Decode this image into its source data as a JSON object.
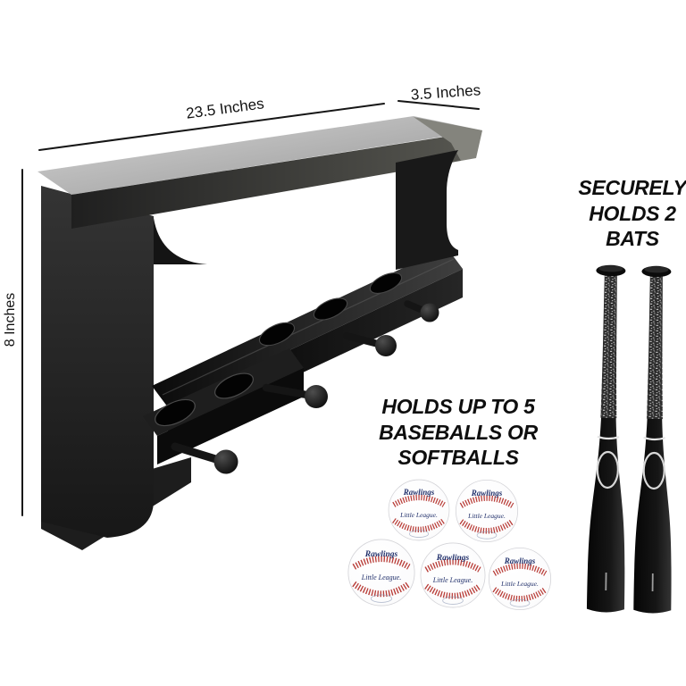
{
  "dimensions": {
    "width": "23.5 Inches",
    "depth": "3.5 Inches",
    "height": "8 Inches"
  },
  "annotations": {
    "bats_note": {
      "line1": "SECURELY",
      "line2": "HOLDS 2",
      "line3": "BATS"
    },
    "balls_note": {
      "line1": "HOLDS UP TO 5",
      "line2": "BASEBALLS OR",
      "line3": "SOFTBALLS"
    }
  },
  "baseball": {
    "brand": "Rawlings",
    "label": "Little League."
  },
  "shown": {
    "bats": 2,
    "baseballs": 5,
    "ball_slots": 5,
    "bat_pegs": 4
  },
  "colors": {
    "rack": "#1c1c1c",
    "shelf_top": "#c7c7c7",
    "stitch_red": "#b5342e",
    "ball_navy": "#21306b",
    "text": "#131313",
    "background": "#ffffff"
  }
}
